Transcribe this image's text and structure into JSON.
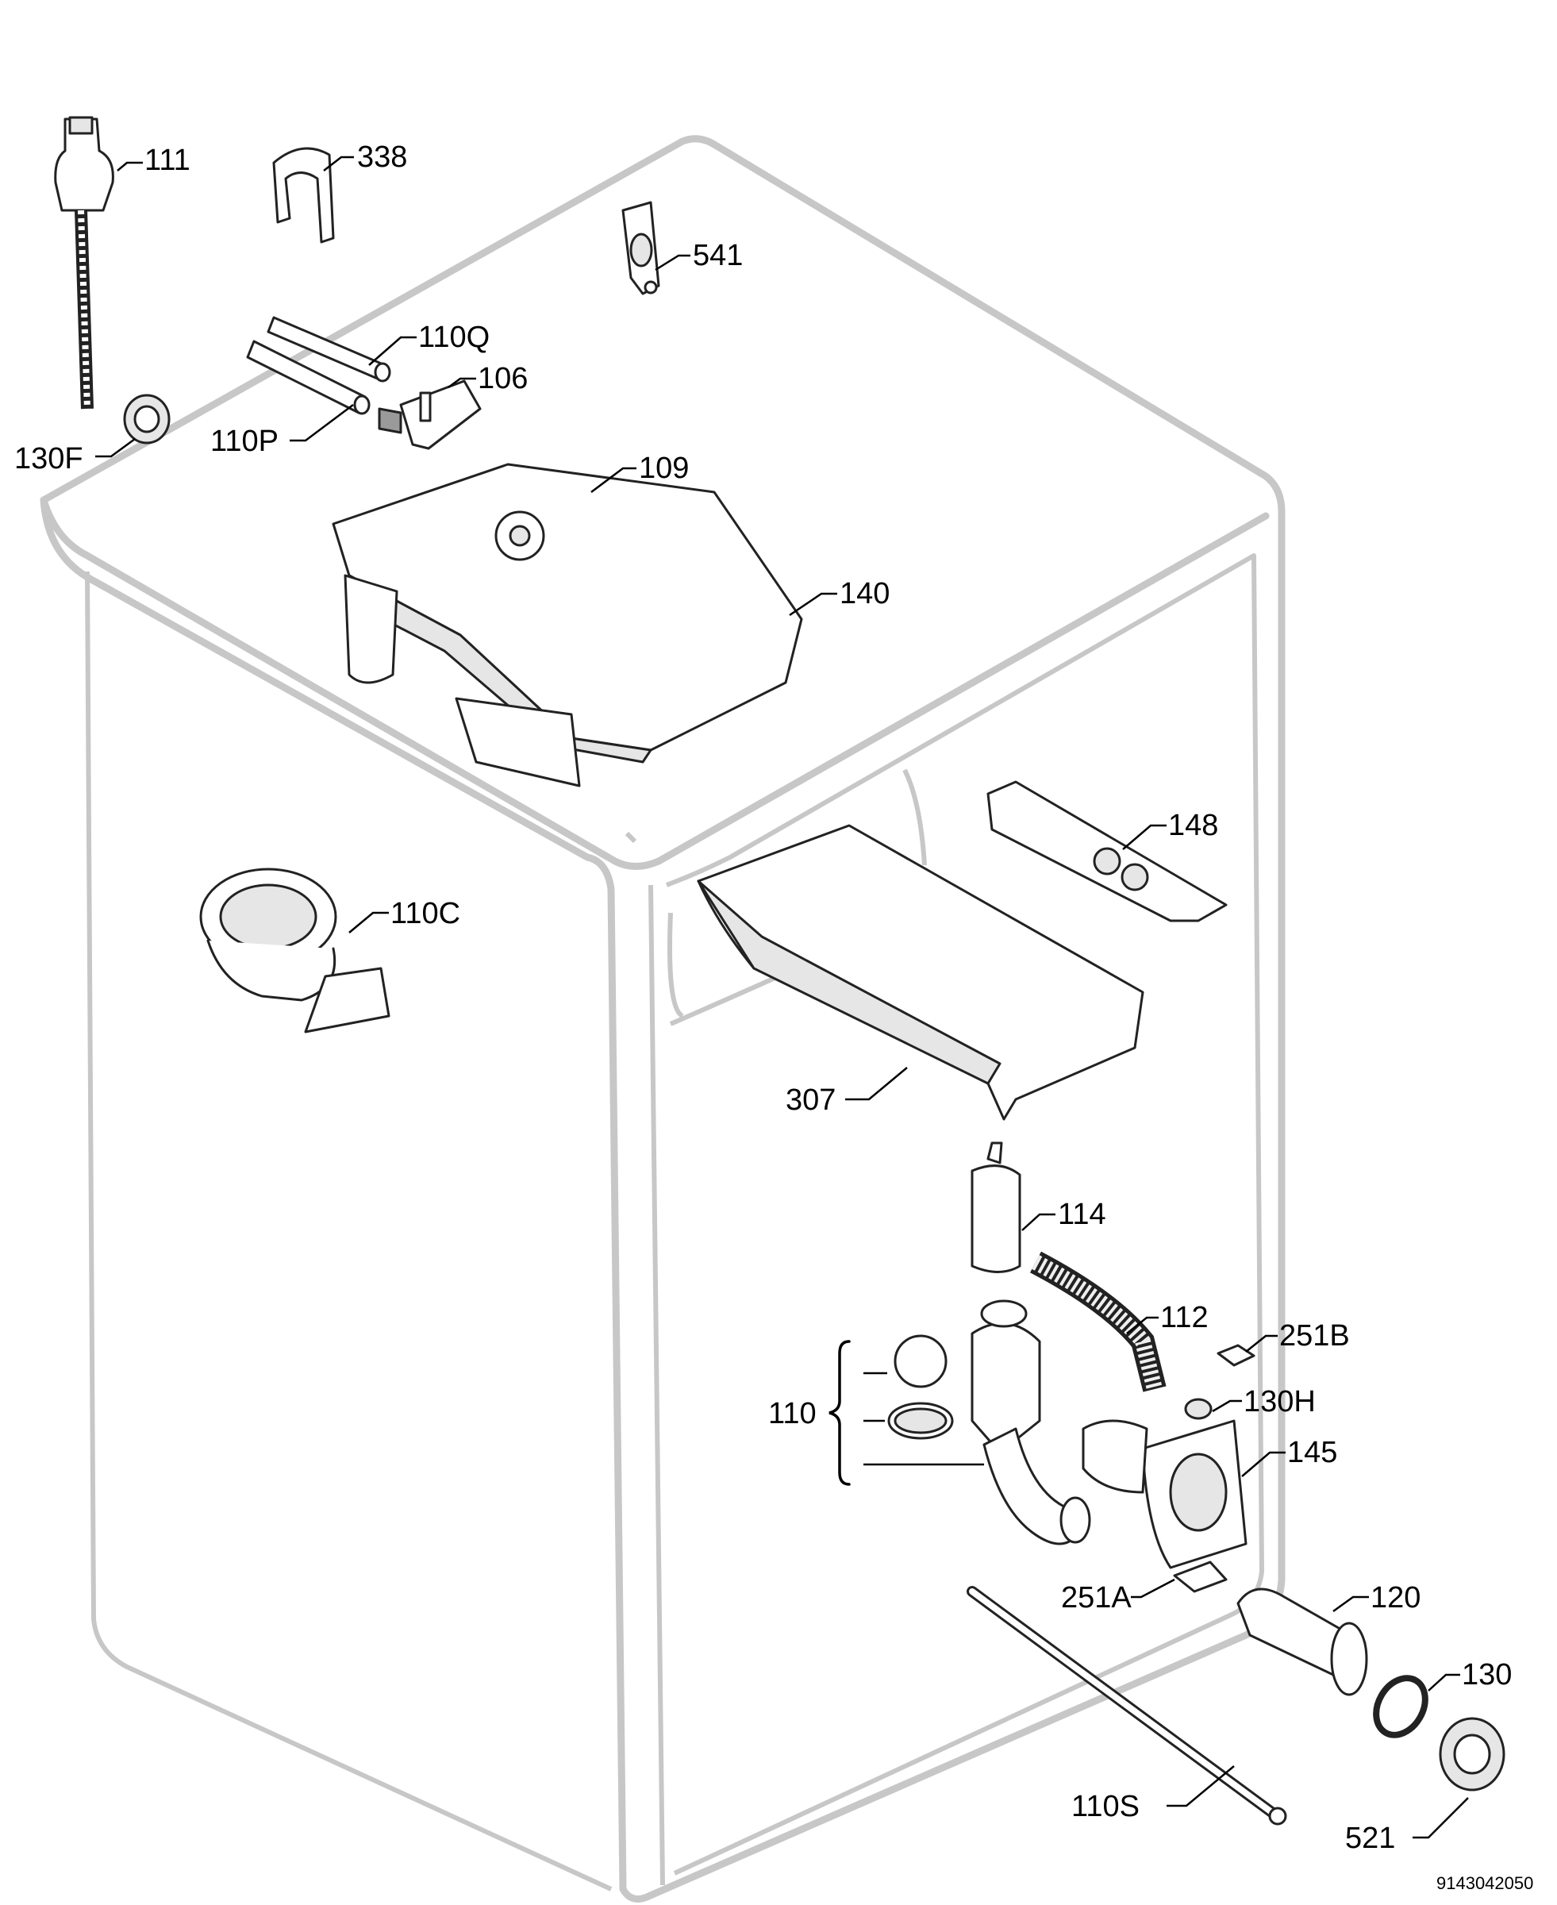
{
  "callouts": {
    "p111": "111",
    "p338": "338",
    "p541": "541",
    "p110Q": "110Q",
    "p106": "106",
    "p130F": "130F",
    "p110P": "110P",
    "p109": "109",
    "p140": "140",
    "p148": "148",
    "p110C": "110C",
    "p307": "307",
    "p114": "114",
    "p112": "112",
    "p251B": "251B",
    "p110": "110",
    "p130H": "130H",
    "p145": "145",
    "p120": "120",
    "p251A": "251A",
    "p130": "130",
    "p110S": "110S",
    "p521": "521"
  },
  "document_number": "9143042050"
}
